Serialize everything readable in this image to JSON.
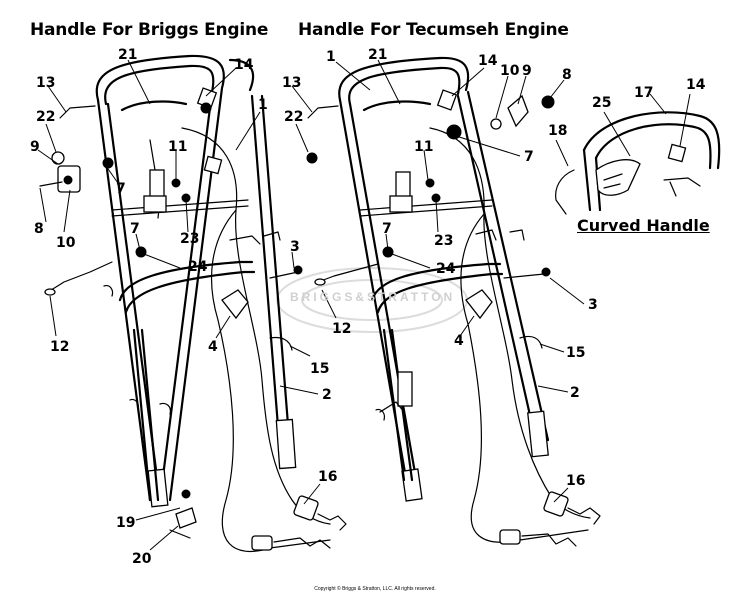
{
  "titles": {
    "briggs": "Handle For Briggs Engine",
    "tecumseh": "Handle For Tecumseh Engine",
    "curved": "Curved Handle"
  },
  "callouts": {
    "briggs": [
      "21",
      "14",
      "13",
      "1",
      "22",
      "9",
      "7",
      "11",
      "8",
      "10",
      "7",
      "23",
      "24",
      "3",
      "12",
      "4",
      "15",
      "2",
      "16",
      "19",
      "20"
    ],
    "tecumseh": [
      "1",
      "21",
      "14",
      "10",
      "9",
      "8",
      "13",
      "22",
      "7",
      "11",
      "7",
      "23",
      "24",
      "3",
      "12",
      "4",
      "15",
      "2",
      "16"
    ],
    "curved": [
      "17",
      "14",
      "25",
      "18"
    ]
  },
  "watermark": "BRIGGS&STRATTON",
  "copyright": "Copyright © Briggs & Stratton, LLC. All rights reserved."
}
